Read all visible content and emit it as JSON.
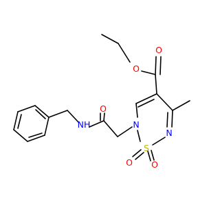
{
  "colors": {
    "bond": "#000000",
    "oxygen": "#ff0000",
    "nitrogen": "#0000ff",
    "sulfur": "#b8b800",
    "background": "#ffffff"
  },
  "molecule": {
    "atoms": [
      {
        "id": "ester-o-top",
        "symbol": "O"
      },
      {
        "id": "ester-o-bottom",
        "symbol": "O"
      },
      {
        "id": "ring-n-upper",
        "symbol": "N"
      },
      {
        "id": "ring-n-lower",
        "symbol": "N"
      },
      {
        "id": "amide-nh",
        "symbol": "N",
        "suffix": "H"
      },
      {
        "id": "amide-o",
        "symbol": "O"
      },
      {
        "id": "sulfur",
        "symbol": "S"
      },
      {
        "id": "sulfonyl-o-left",
        "symbol": "O"
      },
      {
        "id": "sulfonyl-o-right",
        "symbol": "O"
      }
    ]
  }
}
